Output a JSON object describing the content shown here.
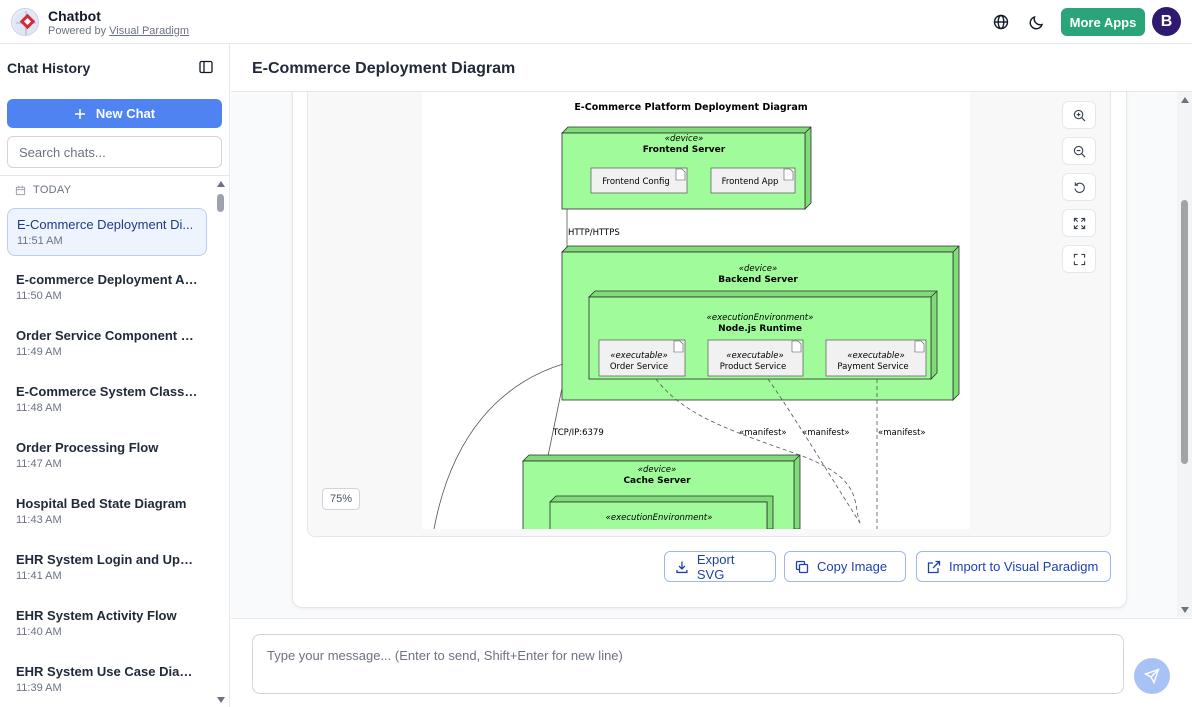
{
  "app": {
    "title": "Chatbot",
    "subtitle_prefix": "Powered by",
    "subtitle_link": "Visual Paradigm",
    "more_apps_label": "More Apps",
    "avatar_initial": "B"
  },
  "sidebar": {
    "title": "Chat History",
    "new_chat_label": "New Chat",
    "search_placeholder": "Search chats...",
    "group_label": "TODAY",
    "chats": [
      {
        "title": "E-Commerce Deployment Di...",
        "time": "11:51 AM",
        "active": true
      },
      {
        "title": "E-commerce Deployment Ar...",
        "time": "11:50 AM"
      },
      {
        "title": "Order Service Component Di...",
        "time": "11:49 AM"
      },
      {
        "title": "E-Commerce System Class Di...",
        "time": "11:48 AM"
      },
      {
        "title": "Order Processing Flow",
        "time": "11:47 AM"
      },
      {
        "title": "Hospital Bed State Diagram",
        "time": "11:43 AM"
      },
      {
        "title": "EHR System Login and Upda...",
        "time": "11:41 AM"
      },
      {
        "title": "EHR System Activity Flow",
        "time": "11:40 AM"
      },
      {
        "title": "EHR System Use Case Diagram",
        "time": "11:39 AM"
      }
    ]
  },
  "main": {
    "title": "E-Commerce Deployment Diagram",
    "zoom_level": "75%",
    "actions": {
      "export_svg": "Export SVG",
      "copy_image": "Copy Image",
      "import_vp": "Import to Visual Paradigm"
    },
    "composer_placeholder": "Type your message... (Enter to send, Shift+Enter for new line)"
  },
  "diagram": {
    "title": "E-Commerce Platform Deployment Diagram",
    "frontend": {
      "stereotype": "«device»",
      "name": "Frontend Server",
      "artifacts": [
        "Frontend Config",
        "Frontend App"
      ]
    },
    "link_http": "HTTP/HTTPS",
    "backend": {
      "stereotype": "«device»",
      "name": "Backend Server",
      "env_stereotype": "«executionEnvironment»",
      "env_name": "Node.js Runtime",
      "exec_stereotype": "«executable»",
      "services": [
        "Order Service",
        "Product Service",
        "Payment Service"
      ]
    },
    "link_tcp": "TCP/IP:6379",
    "manifest": "«manifest»",
    "cache": {
      "stereotype": "«device»",
      "name": "Cache Server",
      "env_stereotype": "«executionEnvironment»"
    }
  },
  "colors": {
    "accent": "#4f83f1",
    "more_apps": "#2aa57a",
    "node_fill": "#a0fb9a"
  }
}
